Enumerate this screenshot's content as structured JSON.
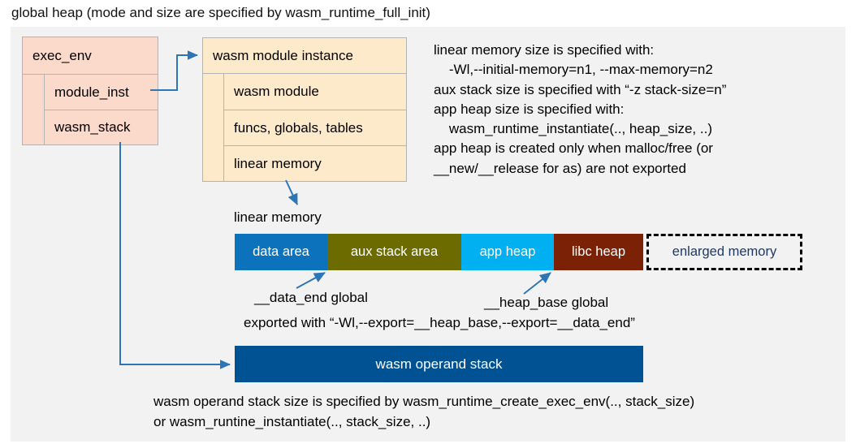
{
  "title": "global heap (mode and size are specified by wasm_runtime_full_init)",
  "exec_env": {
    "header": "exec_env",
    "rows": [
      "module_inst",
      "wasm_stack"
    ]
  },
  "module_instance": {
    "header": "wasm module instance",
    "rows": [
      "wasm module",
      "funcs, globals, tables",
      "linear memory"
    ]
  },
  "notes": "linear memory size is specified with:\n    -Wl,--initial-memory=n1, --max-memory=n2\naux stack size is specified with “-z stack-size=n”\napp heap size is specified with:\n    wasm_runtime_instantiate(.., heap_size, ..)\napp heap is created only when malloc/free (or\n__new/__release for as) are not exported",
  "linear_memory": {
    "label": "linear memory",
    "segments": [
      {
        "label": "data area",
        "color": "#0C72BC",
        "width": 114
      },
      {
        "label": "aux stack area",
        "color": "#6B6B00",
        "width": 165
      },
      {
        "label": "app heap",
        "color": "#00B0F0",
        "width": 114
      },
      {
        "label": "libc heap",
        "color": "#7B2206",
        "width": 110
      },
      {
        "label": "enlarged memory",
        "color": "#F2F2F2",
        "width": 192
      }
    ]
  },
  "annotations": {
    "data_end": "__data_end global",
    "heap_base": "__heap_base global",
    "exported_with": "exported with “-Wl,--export=__heap_base,--export=__data_end”"
  },
  "operand_stack": {
    "label": "wasm operand stack",
    "color": "#005293"
  },
  "bottom_text": "wasm operand stack size is specified by wasm_runtime_create_exec_env(.., stack_size)\nor wasm_runtine_instantiate(.., stack_size, ..)",
  "colors": {
    "panel_background": "#F2F2F2",
    "exec_env_fill": "#FBD9CB",
    "module_instance_fill": "#FDEACB",
    "connector": "#2E75B6",
    "enlarged_text": "#203864"
  }
}
